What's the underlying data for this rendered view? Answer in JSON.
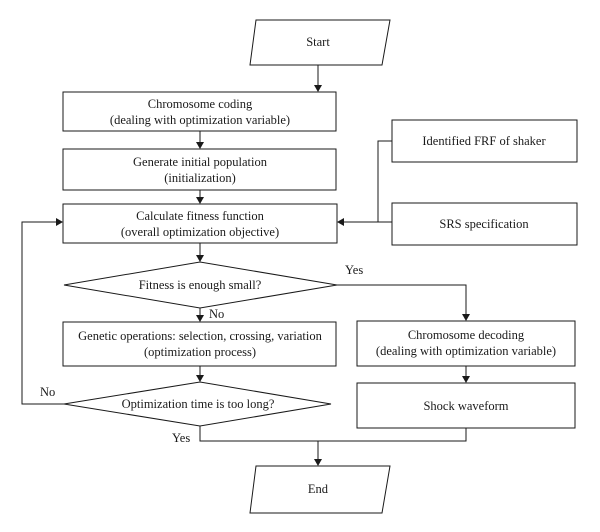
{
  "flowchart": {
    "start": "Start",
    "end": "End",
    "coding": [
      "Chromosome coding",
      "(dealing with optimization variable)"
    ],
    "init": [
      "Generate initial population",
      "(initialization)"
    ],
    "fitness": [
      "Calculate fitness function",
      "(overall optimization objective)"
    ],
    "frf": "Identified FRF of shaker",
    "srs": "SRS specification",
    "decision_small": "Fitness is enough small?",
    "genetic": [
      "Genetic operations: selection, crossing, variation",
      "(optimization process)"
    ],
    "decision_time": "Optimization time is too long?",
    "decoding": [
      "Chromosome decoding",
      "(dealing with optimization variable)"
    ],
    "waveform": "Shock waveform",
    "labels": {
      "yes_small": "Yes",
      "no_small": "No",
      "no_time": "No",
      "yes_time": "Yes"
    }
  }
}
